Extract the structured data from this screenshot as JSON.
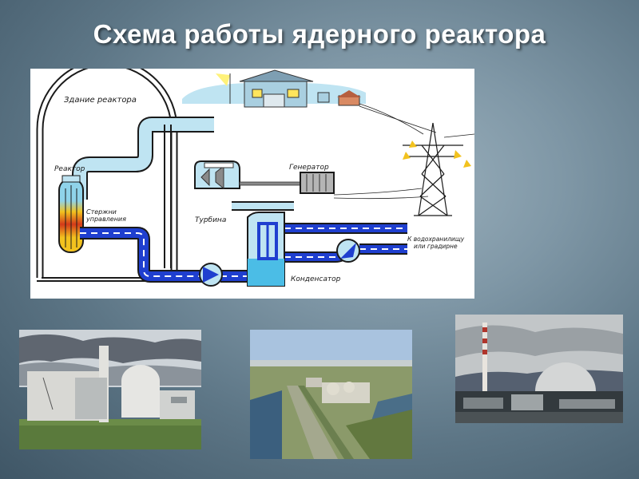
{
  "slide": {
    "title": "Схема работы ядерного реактора"
  },
  "diagram": {
    "labels": {
      "reactor_building": "Здание реактора",
      "reactor": "Реактор",
      "control_rods_line1": "Стержни",
      "control_rods_line2": "управления",
      "turbine": "Турбина",
      "generator": "Генератор",
      "condenser": "Конденсатор",
      "water_out_line1": "К водохранилищу",
      "water_out_line2": "или градирне"
    },
    "colors": {
      "outline": "#1a1a1a",
      "steam_pipe": "#bfe4f2",
      "water_pipe": "#1f3fcf",
      "dash": "#ffffff",
      "fuel_hot": "#d43a1a",
      "fuel_mid": "#f2c21e"
    }
  },
  "photos": [
    {
      "name": "photo-nuclear-plant-cloudy"
    },
    {
      "name": "photo-nuclear-plant-aerial"
    },
    {
      "name": "photo-nuclear-plant-chimney"
    }
  ]
}
